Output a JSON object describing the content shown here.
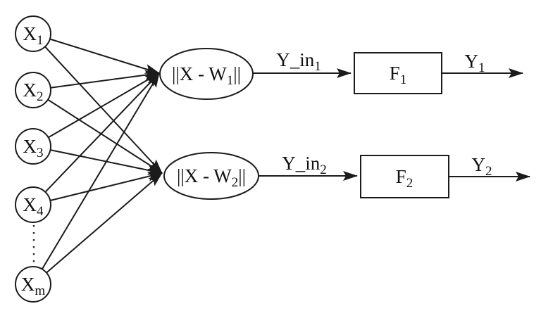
{
  "colors": {
    "stroke": "#1b1b1b",
    "background": "#ffffff"
  },
  "inputs": [
    {
      "base": "X",
      "sub": "1"
    },
    {
      "base": "X",
      "sub": "2"
    },
    {
      "base": "X",
      "sub": "3"
    },
    {
      "base": "X",
      "sub": "4"
    },
    {
      "base": "X",
      "sub": "m"
    }
  ],
  "distance_units": [
    {
      "pre": "||X - W",
      "sub": "1",
      "post": "||"
    },
    {
      "pre": "||X - W",
      "sub": "2",
      "post": "||"
    }
  ],
  "net_input_labels": [
    {
      "base": "Y_in",
      "sub": "1"
    },
    {
      "base": "Y_in",
      "sub": "2"
    }
  ],
  "activation_units": [
    {
      "base": "F",
      "sub": "1"
    },
    {
      "base": "F",
      "sub": "2"
    }
  ],
  "output_labels": [
    {
      "base": "Y",
      "sub": "1"
    },
    {
      "base": "Y",
      "sub": "2"
    }
  ]
}
